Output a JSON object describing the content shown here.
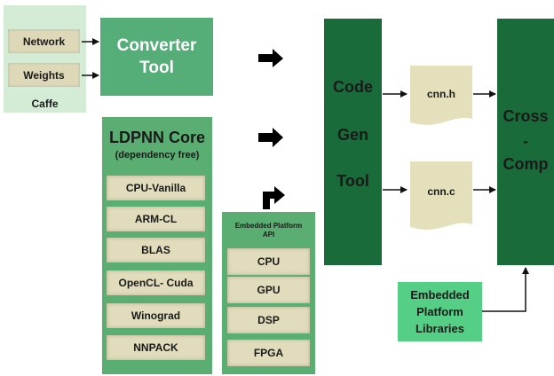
{
  "caffe": {
    "items": [
      "Network",
      "Weights"
    ],
    "label": "Caffe"
  },
  "converter": {
    "line1": "Converter",
    "line2": "Tool"
  },
  "ldpnn": {
    "title": "LDPNN Core",
    "subtitle": "(dependency free)",
    "libs": [
      "CPU-Vanilla",
      "ARM-CL",
      "BLAS",
      "OpenCL- Cuda",
      "Winograd",
      "NNPACK"
    ]
  },
  "api": {
    "title_line1": "Embedded Platform",
    "title_line2": "API",
    "items": [
      "CPU",
      "GPU",
      "DSP",
      "FPGA"
    ]
  },
  "codegen": {
    "words": [
      "Code",
      "Gen",
      "Tool"
    ]
  },
  "docs": {
    "header": "cnn.h",
    "source": "cnn.c"
  },
  "cross": {
    "words": [
      "Cross",
      "-",
      "Comp"
    ]
  },
  "emblibs": {
    "line1": "Embedded",
    "line2": "Platform",
    "line3": "Libraries"
  },
  "colors": {
    "caffe_bg": "#d4ecd6",
    "item_bg": "#ddd8b8",
    "mid_green": "#55ad78",
    "dark_green": "#1a6b3a",
    "light_green": "#55cf86",
    "doc_bg": "#e4e0bc"
  }
}
